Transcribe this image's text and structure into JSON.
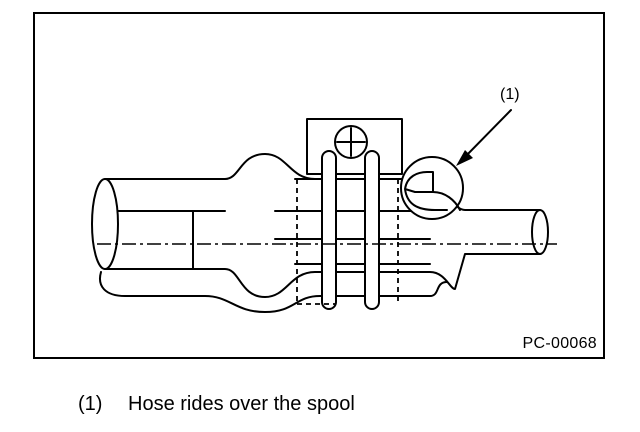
{
  "figure": {
    "callout_label": "(1)",
    "figure_code": "PC-00068"
  },
  "caption": {
    "number": "(1)",
    "text": "Hose rides over the spool"
  }
}
